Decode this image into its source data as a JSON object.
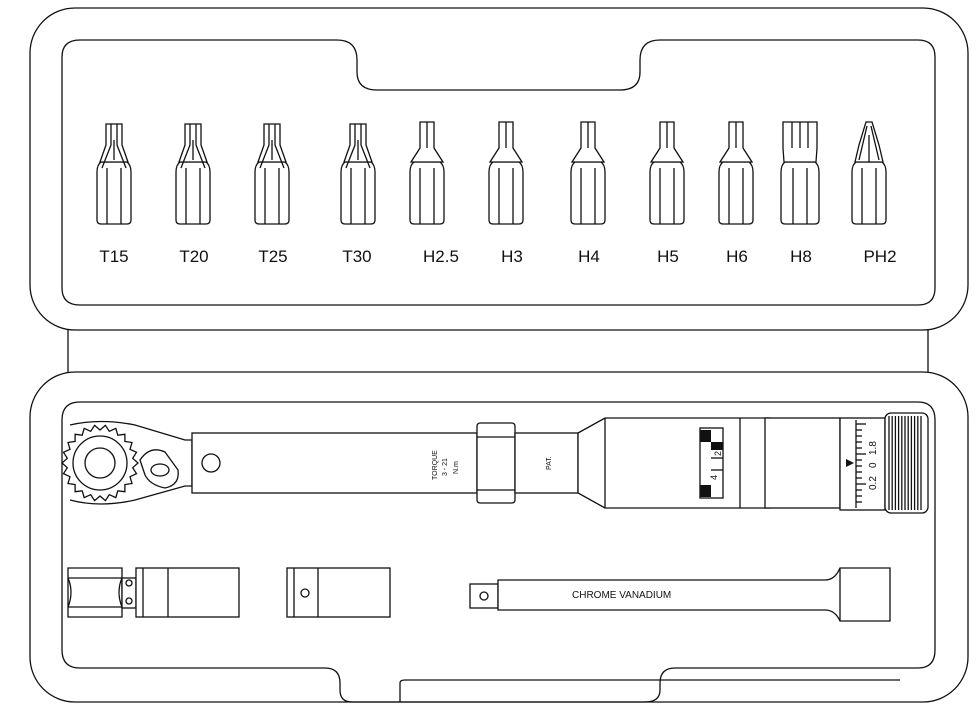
{
  "bits": [
    {
      "label": "T15",
      "kind": "torx"
    },
    {
      "label": "T20",
      "kind": "torx"
    },
    {
      "label": "T25",
      "kind": "torx"
    },
    {
      "label": "T30",
      "kind": "torx"
    },
    {
      "label": "H2.5",
      "kind": "hex"
    },
    {
      "label": "H3",
      "kind": "hex"
    },
    {
      "label": "H4",
      "kind": "hex"
    },
    {
      "label": "H5",
      "kind": "hex"
    },
    {
      "label": "H6",
      "kind": "hex"
    },
    {
      "label": "H8",
      "kind": "hex-large"
    },
    {
      "label": "PH2",
      "kind": "phillips"
    }
  ],
  "wrench": {
    "torque_label": "TORQUE",
    "range_label": "3 - 21",
    "unit_label": "N.m",
    "patent_label": "PAT.",
    "scale_major_top": "2",
    "scale_major_bottom": "4",
    "dial_values": [
      "1.8",
      "0",
      "0.2"
    ]
  },
  "extension": {
    "label": "CHROME  VANADIUM"
  }
}
